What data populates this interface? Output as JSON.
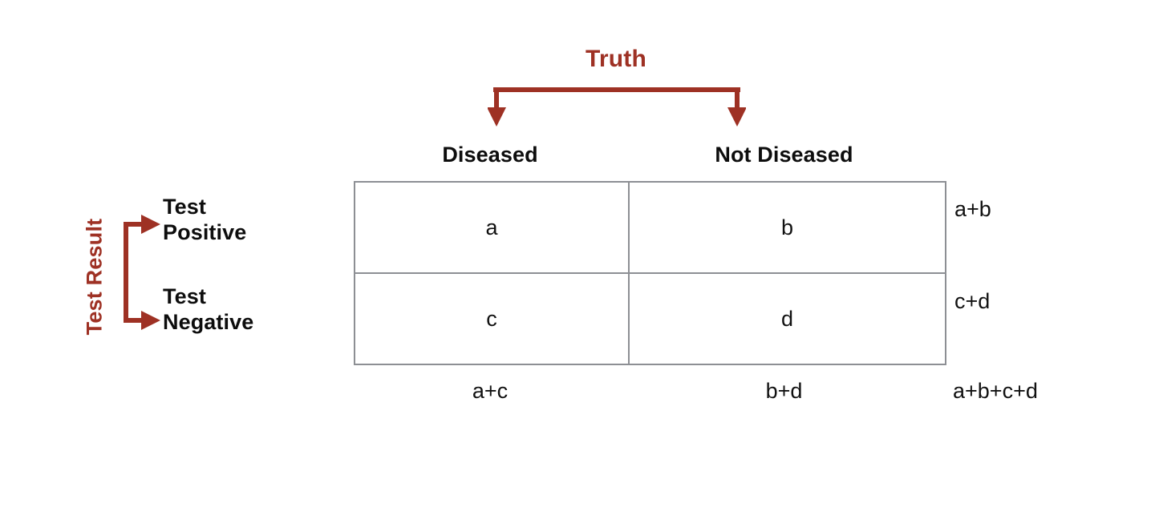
{
  "diagram": {
    "type": "2x2-contingency-table",
    "title_top": "Truth",
    "title_left": "Test Result",
    "accent_color": "#9e3124",
    "text_color": "#0d0d0d",
    "border_color": "#8d8f94",
    "background_color": "#ffffff",
    "column_headers": [
      "Diseased",
      "Not Diseased"
    ],
    "row_labels": [
      {
        "line1": "Test",
        "line2": "Positive"
      },
      {
        "line1": "Test",
        "line2": "Negative"
      }
    ],
    "cells": [
      [
        "a",
        "b"
      ],
      [
        "c",
        "d"
      ]
    ],
    "row_totals": [
      "a+b",
      "c+d"
    ],
    "column_totals": [
      "a+c",
      "b+d"
    ],
    "grand_total": "a+b+c+d",
    "icons": {
      "truth_bracket": "down-split-arrow-bracket-icon",
      "result_bracket": "right-split-arrow-bracket-icon"
    }
  }
}
